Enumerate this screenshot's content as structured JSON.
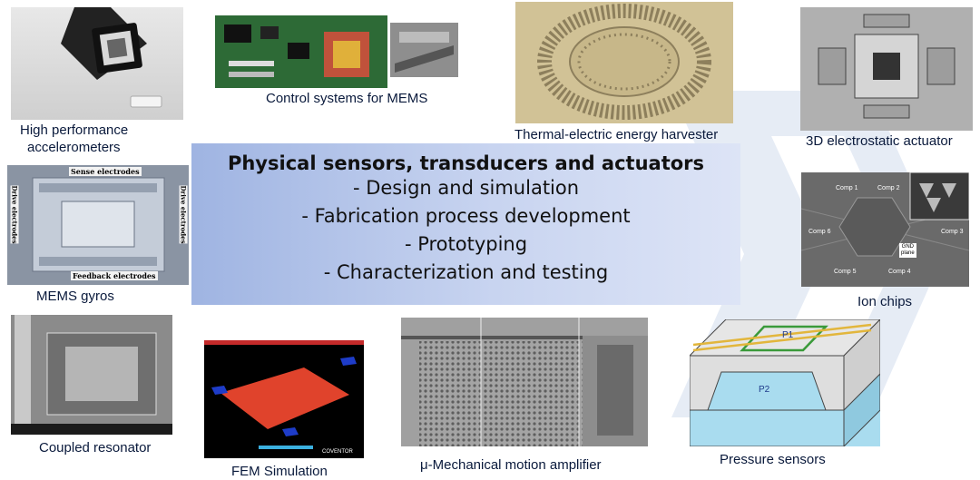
{
  "center": {
    "title": "Physical sensors, transducers and actuators",
    "items": [
      "-    Design and simulation",
      "-   Fabrication process development",
      "-    Prototyping",
      "-    Characterization and testing"
    ]
  },
  "captions": {
    "accelerometers_line1": "High performance",
    "accelerometers_line2": "accelerometers",
    "control_systems": "Control systems for MEMS",
    "energy_harvester": "Thermal-electric energy harvester",
    "electrostatic_actuator": "3D electrostatic actuator",
    "gyros": "MEMS gyros",
    "ion_chips": "Ion chips",
    "coupled_resonator": "Coupled resonator",
    "fem": "FEM Simulation",
    "motion_amplifier": "μ-Mechanical motion amplifier",
    "pressure_sensors": "Pressure sensors"
  },
  "gyro_labels": {
    "sense": "Sense electrodes",
    "drive_left": "Drive electrodes",
    "drive_right": "Drive electrodes",
    "feedback": "Feedback electrodes"
  },
  "ion_chip_labels": {
    "comp1": "Comp 1",
    "comp2": "Comp 2",
    "comp3": "Comp 3",
    "comp4": "Comp 4",
    "comp5": "Comp 5",
    "comp6": "Comp 6",
    "gnd_line1": "GND",
    "gnd_line2": "plane"
  },
  "pressure_labels": {
    "p1": "P1",
    "p2": "P2"
  },
  "fem_labels": {
    "brand": "COVENTOR"
  },
  "colors": {
    "center_box_start": "#9fb4e2",
    "center_box_end": "#dde4f6",
    "caption": "#0a1a3c",
    "fem_red": "#e0432c",
    "pressure_blue": "#a9dcef"
  }
}
